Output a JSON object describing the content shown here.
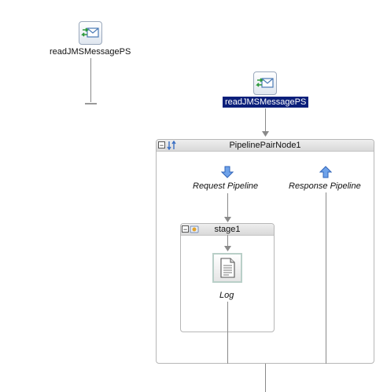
{
  "proxies": [
    {
      "name": "readJMSMessagePS",
      "selected": false
    },
    {
      "name": "readJMSMessagePS",
      "selected": true
    }
  ],
  "pipeline_pair": {
    "title": "PipelinePairNode1",
    "request_label": "Request Pipeline",
    "response_label": "Response Pipeline",
    "collapse_symbol": "−"
  },
  "stage": {
    "title": "stage1",
    "collapse_symbol": "−",
    "action_label": "Log"
  },
  "colors": {
    "selection": "#0b1f7a",
    "envelope_icon": "#4a7ab5",
    "arrow_green": "#2e9a3d",
    "pipeline_arrow": "#4f86d9"
  }
}
